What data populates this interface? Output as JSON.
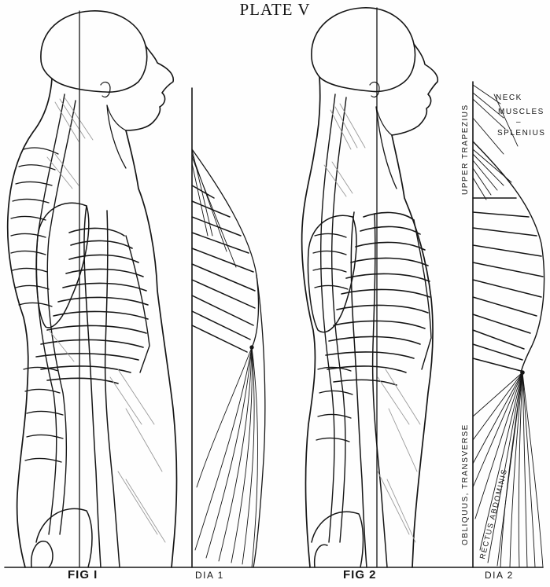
{
  "plate": {
    "title": "PLATE V"
  },
  "captions": {
    "fig1": "FIG I",
    "dia1": "DIA 1",
    "fig2": "FIG 2",
    "dia2": "DIA 2"
  },
  "labels": {
    "neck": "NECK",
    "muscles": "MUSCLES",
    "dash": "–",
    "splenius": "SPLENIUS",
    "upper_trapezius": "UPPER TRAPEZIUS",
    "obliquus_transverse": "OBLIQUUS, TRANSVERSE",
    "rectus_abdominis": "RECTUS ABDOMINIS"
  },
  "colors": {
    "ink": "#151515",
    "paper": "#fefefe",
    "shade": "#9a9a9a"
  }
}
